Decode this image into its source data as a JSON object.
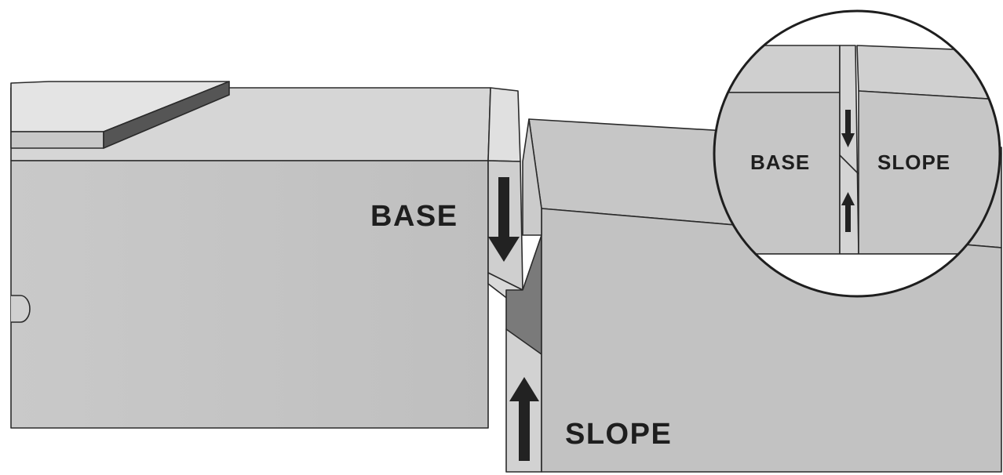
{
  "labels": {
    "base": "BASE",
    "slope": "SLOPE",
    "inset_base": "BASE",
    "inset_slope": "SLOPE"
  },
  "colors": {
    "face_front": "#c4c4c4",
    "face_top": "#d8d8d8",
    "face_shadow": "#7c7c7c",
    "arrow": "#222222",
    "outline": "#2a2a2a"
  }
}
